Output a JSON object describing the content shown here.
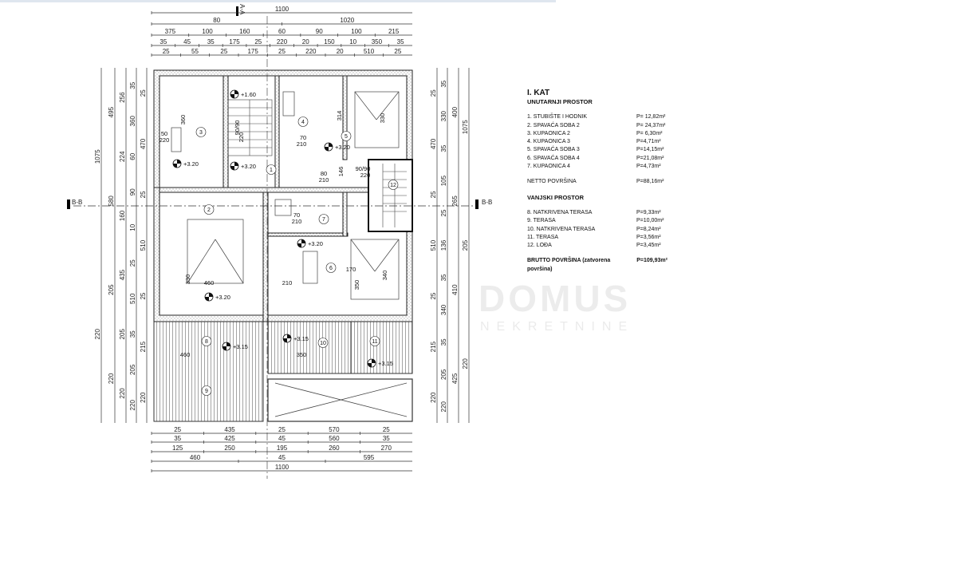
{
  "drawing": {
    "section_mark": "B-B",
    "north_mark": "A-A",
    "elevations": [
      "+1.60",
      "+3.20",
      "+3.20",
      "+3.20",
      "+3.20",
      "+3.20",
      "+3.15",
      "+3.15",
      "+3.15"
    ],
    "room_numbers": [
      "1",
      "2",
      "3",
      "4",
      "5",
      "6",
      "7",
      "8",
      "9",
      "10",
      "11",
      "12"
    ],
    "inner_dims": [
      "70",
      "210",
      "80",
      "210",
      "70",
      "210",
      "460",
      "330",
      "210",
      "350",
      "340",
      "170",
      "460",
      "350",
      "90/90",
      "220",
      "90/90",
      "220",
      "50",
      "220",
      "360",
      "314",
      "330",
      "146"
    ],
    "top_dims": [
      [
        "1100"
      ],
      [
        "80",
        "1020"
      ],
      [
        "375",
        "100",
        "160",
        "60",
        "90",
        "100",
        "215"
      ],
      [
        "35",
        "45",
        "35",
        "175",
        "25",
        "220",
        "20",
        "150",
        "10",
        "350",
        "35"
      ],
      [
        "25",
        "55",
        "25",
        "175",
        "25",
        "220",
        "20",
        "510",
        "25"
      ]
    ],
    "bottom_dims": [
      [
        "25",
        "435",
        "25",
        "570",
        "25"
      ],
      [
        "35",
        "425",
        "45",
        "560",
        "35"
      ],
      [
        "125",
        "250",
        "195",
        "260",
        "270"
      ],
      [
        "460",
        "45",
        "595"
      ],
      [
        "1100"
      ]
    ],
    "left_dims": [
      [
        "1075",
        "220"
      ],
      [
        "495",
        "580",
        "205",
        "220"
      ],
      [
        "256",
        "224",
        "160",
        "435",
        "205",
        "220"
      ],
      [
        "35",
        "360",
        "60",
        "90",
        "10",
        "25",
        "510",
        "35",
        "205",
        "220"
      ],
      [
        "25",
        "470",
        "25",
        "510",
        "25",
        "215",
        "220"
      ]
    ],
    "right_dims": [
      [
        "25",
        "470",
        "25",
        "510",
        "25",
        "215",
        "220"
      ],
      [
        "35",
        "330",
        "35",
        "105",
        "25",
        "136",
        "35",
        "340",
        "35",
        "205",
        "220"
      ],
      [
        "400",
        "265",
        "410",
        "425"
      ],
      [
        "1075",
        "205",
        "220"
      ]
    ],
    "watermark": [
      "DOMUS",
      "NEKRETNINE"
    ]
  },
  "legend": {
    "title": "I. KAT",
    "interior_heading": "UNUTARNJI PROSTOR",
    "interior": [
      {
        "name": "1. STUBIŠTE I HODNIK",
        "area": "P= 12,82m²"
      },
      {
        "name": "2. SPAVAĆA SOBA 2",
        "area": "P= 24,37m²"
      },
      {
        "name": "3. KUPAONICA 2",
        "area": "P= 6,30m²"
      },
      {
        "name": "4. KUPAONICA 3",
        "area": "P=4,71m²"
      },
      {
        "name": "5. SPAVAĆA SOBA 3",
        "area": "P=14,15m²"
      },
      {
        "name": "6. SPAVAĆA SOBA 4",
        "area": "P=21,08m²"
      },
      {
        "name": "7. KUPAONICA 4",
        "area": "P=4,73m²"
      }
    ],
    "net_label": "NETTO POVRŠINA",
    "net_area": "P=88,16m²",
    "exterior_heading": "VANJSKI PROSTOR",
    "exterior": [
      {
        "name": "8. NATKRIVENA TERASA",
        "area": "P=9,33m²"
      },
      {
        "name": "9. TERASA",
        "area": "P=10,00m²"
      },
      {
        "name": "10. NATKRIVENA TERASA",
        "area": "P=8,24m²"
      },
      {
        "name": "11. TERASA",
        "area": "P=3,56m²"
      },
      {
        "name": "12. LOĐA",
        "area": "P=3,45m²"
      }
    ],
    "gross_label": "BRUTTO POVRŠINA (zatvorena površina)",
    "gross_area": "P=109,93m²"
  }
}
